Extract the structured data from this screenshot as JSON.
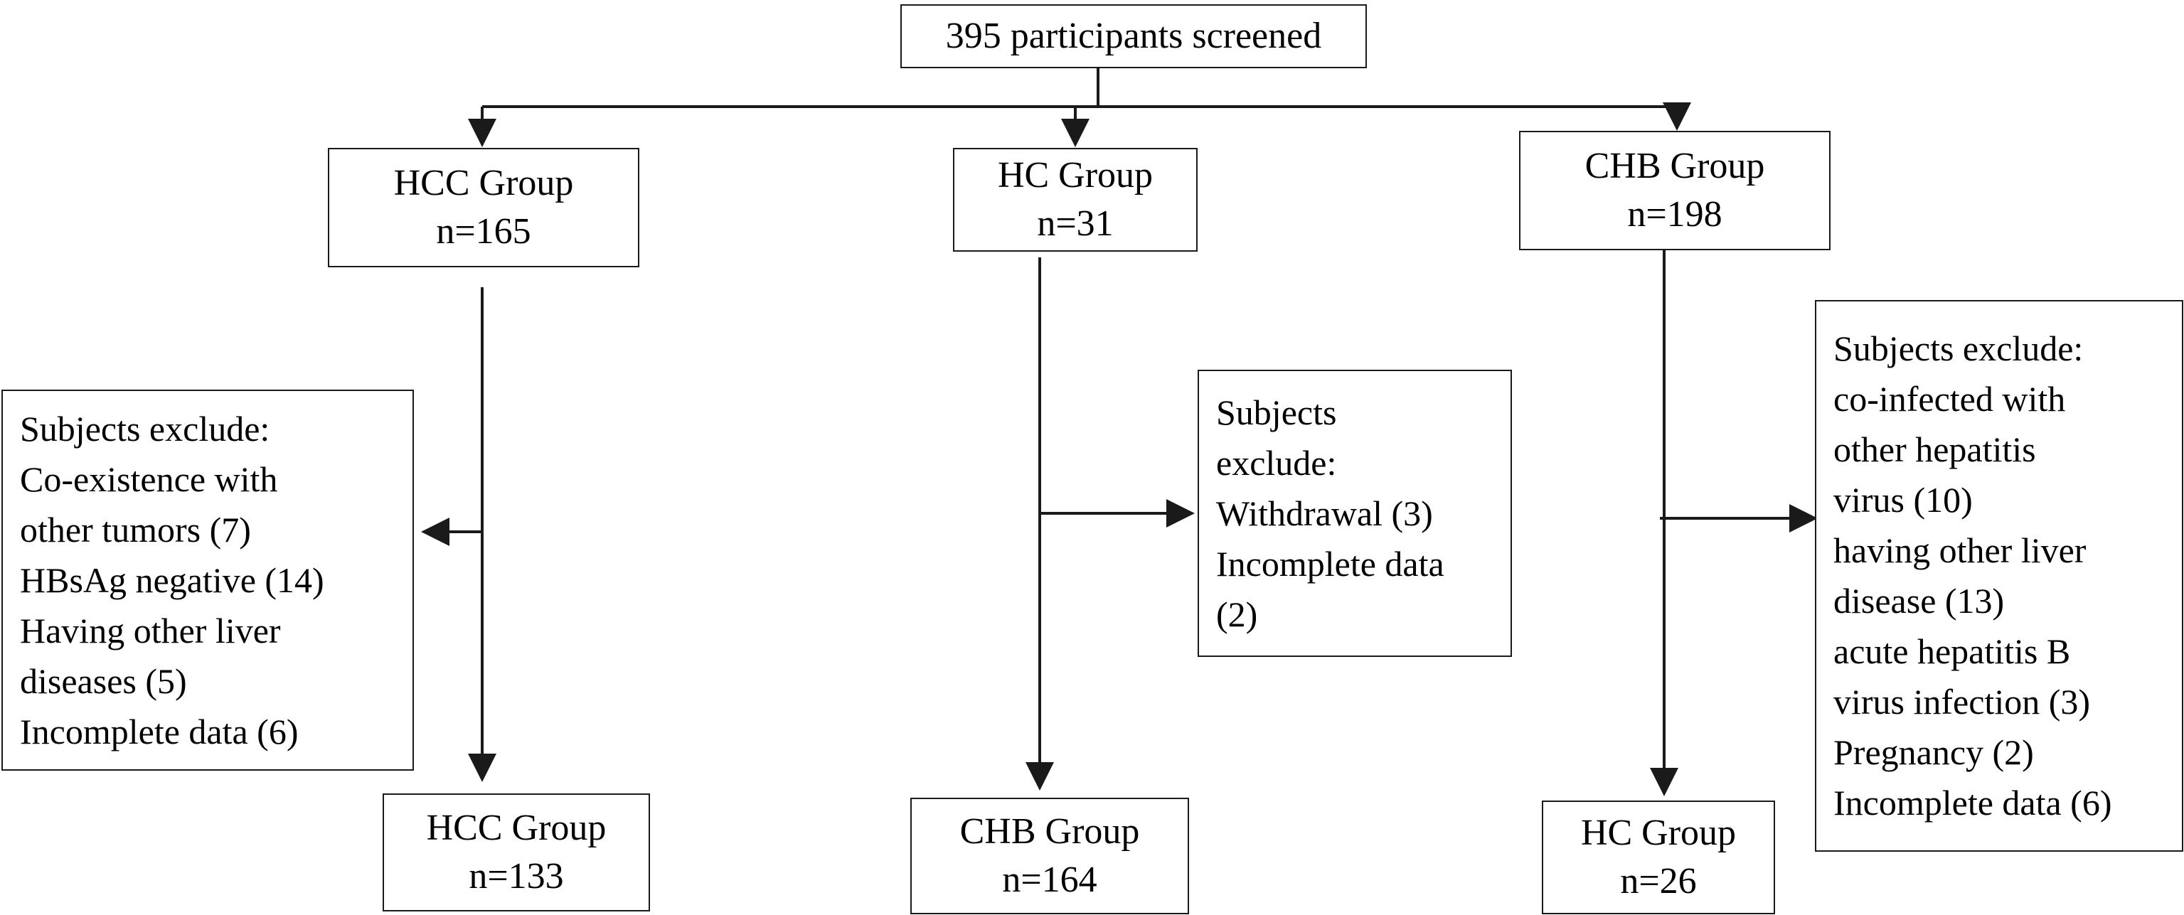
{
  "screened": {
    "label": "395 participants screened"
  },
  "groups": {
    "hcc": {
      "title": "HCC Group",
      "count": "n=165"
    },
    "hc": {
      "title": "HC Group",
      "count": "n=31"
    },
    "chb": {
      "title": "CHB Group",
      "count": "n=198"
    }
  },
  "exclusions": {
    "hcc": [
      "Subjects exclude:",
      "Co-existence with",
      "other tumors (7)",
      "HBsAg negative (14)",
      "Having other liver",
      "diseases (5)",
      "Incomplete data (6)"
    ],
    "hc": [
      "Subjects",
      "exclude:",
      "Withdrawal (3)",
      "Incomplete data",
      "(2)"
    ],
    "chb": [
      "Subjects exclude:",
      "co-infected with",
      "other hepatitis",
      "virus (10)",
      "having other liver",
      "disease (13)",
      "acute hepatitis B",
      "virus infection (3)",
      "Pregnancy (2)",
      "Incomplete data (6)"
    ]
  },
  "final_groups": {
    "hcc": {
      "title": "HCC Group",
      "count": "n=133"
    },
    "chb": {
      "title": "CHB Group",
      "count": "n=164"
    },
    "hc": {
      "title": "HC Group",
      "count": "n=26"
    }
  },
  "colors": {
    "line": "#1a1a1a",
    "border": "#1a1a1a",
    "text": "#000000",
    "background": "#ffffff"
  }
}
